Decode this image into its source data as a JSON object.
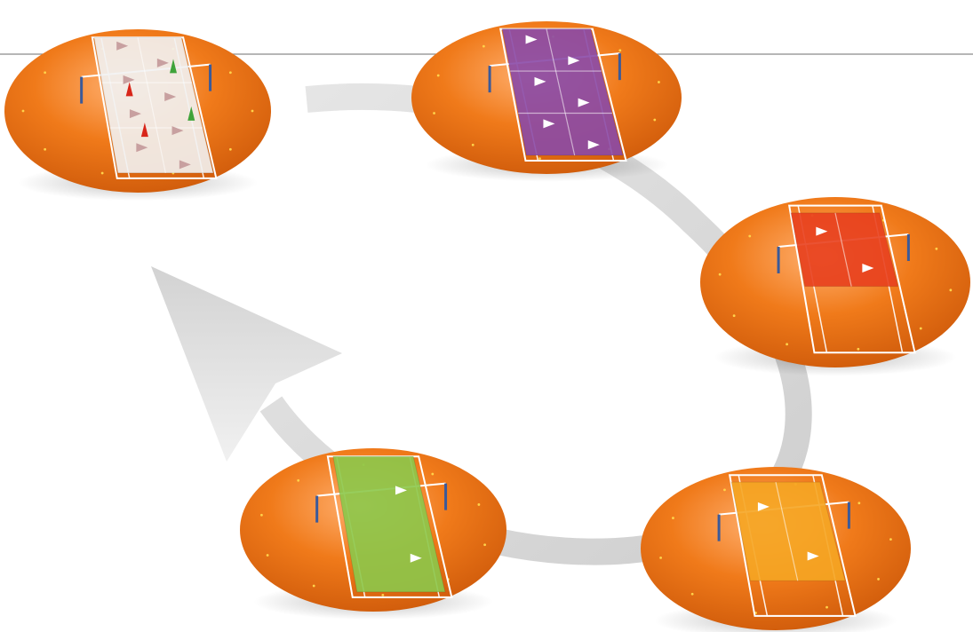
{
  "diagram": {
    "background": "#ffffff",
    "rule_color": "#8a8a8a",
    "cycle_arrow_color": "#d6d6d6",
    "court_base_color": "#f07a1a",
    "court_base_highlight": "#ffb070",
    "court_base_shadow": "#c95508",
    "line_color": "#ffffff",
    "post_color": "#3a5a9a",
    "cone_colors": [
      "#d8261a",
      "#3fa33a"
    ],
    "stages": [
      {
        "id": "white",
        "zone_color": "#f2f2f2",
        "zone_cells": 6,
        "cones": true,
        "arrows": 8
      },
      {
        "id": "purple",
        "zone_color": "#8a4aa8",
        "zone_cells": 6,
        "cones": false,
        "arrows": 6
      },
      {
        "id": "red",
        "zone_color": "#e8401e",
        "zone_cells": 2,
        "cones": false,
        "arrows": 2
      },
      {
        "id": "yellow",
        "zone_color": "#f6a623",
        "zone_cells": 2,
        "cones": false,
        "arrows": 2
      },
      {
        "id": "green",
        "zone_color": "#8cc84b",
        "zone_cells": 1,
        "cones": false,
        "arrows": 2
      }
    ]
  }
}
